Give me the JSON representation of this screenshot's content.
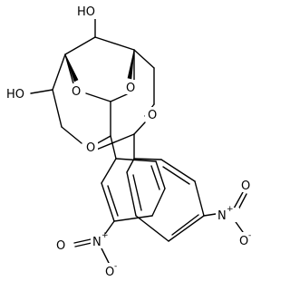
{
  "structure": {
    "hydroxyl_top": "HO",
    "hydroxyl_left": "HO",
    "ring_oxygens": [
      "O",
      "O",
      "O",
      "O"
    ],
    "nitro_right": {
      "n": "N",
      "n_charge": "+",
      "o1": "O",
      "o2": "O",
      "o2_charge": "-"
    },
    "nitro_bottom": {
      "n": "N",
      "n_charge": "+",
      "o1": "O",
      "o2": "O",
      "o2_charge": "-"
    }
  }
}
